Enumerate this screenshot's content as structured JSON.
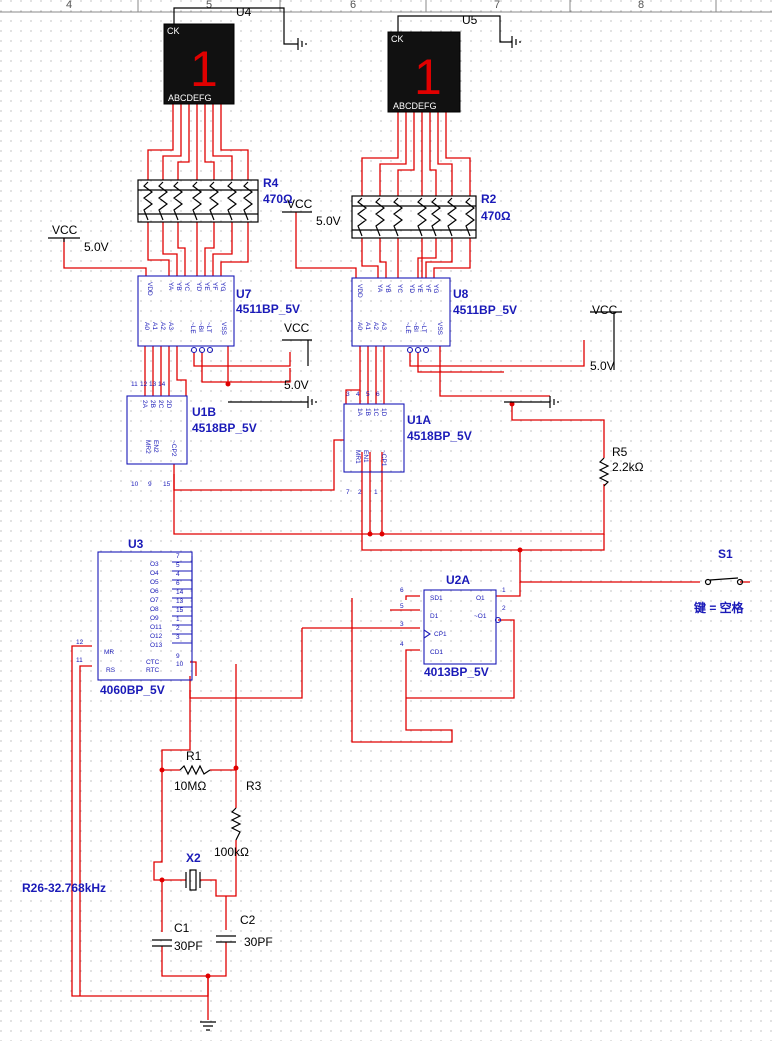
{
  "ruler": {
    "labels": [
      "4",
      "5",
      "6",
      "7",
      "8"
    ]
  },
  "displays": [
    {
      "ref": "U4",
      "clock": "CK",
      "digit": "1",
      "pins": "ABCDEFG"
    },
    {
      "ref": "U5",
      "clock": "CK",
      "digit": "1",
      "pins": "ABCDEFG"
    }
  ],
  "resistor_arrays": [
    {
      "ref": "R4",
      "value": "470Ω"
    },
    {
      "ref": "R2",
      "value": "470Ω"
    }
  ],
  "decoders": [
    {
      "ref": "U7",
      "part": "4511BP_5V",
      "top_pins": [
        "VDD",
        "YA",
        "YB",
        "YC",
        "YD",
        "YE",
        "YF",
        "YG"
      ],
      "bottom_pins": [
        "A0",
        "A1",
        "A2",
        "A3",
        "~LE",
        "~BI",
        "~LT",
        "VSS"
      ]
    },
    {
      "ref": "U8",
      "part": "4511BP_5V",
      "top_pins": [
        "VDD",
        "YA",
        "YB",
        "YC",
        "YD",
        "YE",
        "YF",
        "YG"
      ],
      "bottom_pins": [
        "A0",
        "A1",
        "A2",
        "A3",
        "~LE",
        "~BI",
        "~LT",
        "VSS"
      ]
    }
  ],
  "counters": [
    {
      "ref": "U1B",
      "part": "4518BP_5V",
      "top_pins": [
        "11",
        "12",
        "13",
        "14"
      ],
      "outs": [
        "2A",
        "2B",
        "2C",
        "2D"
      ],
      "bottom": [
        "MR2",
        "EN2",
        "~CP2"
      ],
      "bottom_nums": [
        "10",
        "9",
        "15"
      ]
    },
    {
      "ref": "U1A",
      "part": "4518BP_5V",
      "top_pins": [
        "3",
        "4",
        "5",
        "6"
      ],
      "outs": [
        "1A",
        "1B",
        "1C",
        "1D"
      ],
      "bottom": [
        "MR1",
        "EN1",
        "~CP1"
      ],
      "bottom_nums": [
        "7",
        "2",
        "1"
      ]
    }
  ],
  "power": [
    {
      "label": "VCC",
      "value": "5.0V"
    },
    {
      "label": "VCC",
      "value": "5.0V"
    },
    {
      "label": "VCC",
      "value": "5.0V"
    },
    {
      "label": "VCC",
      "value": "5.0V"
    }
  ],
  "resistors": [
    {
      "ref": "R5",
      "value": "2.2kΩ"
    },
    {
      "ref": "R1",
      "value": "10MΩ"
    },
    {
      "ref": "R3",
      "value": "100kΩ"
    }
  ],
  "divider": {
    "ref": "U3",
    "part": "4060BP_5V",
    "outputs": [
      "O3",
      "O4",
      "O5",
      "O6",
      "O7",
      "O8",
      "O9",
      "O11",
      "O12",
      "O13"
    ],
    "output_pins": [
      "7",
      "5",
      "4",
      "6",
      "14",
      "13",
      "15",
      "1",
      "2",
      "3"
    ],
    "mr": "MR",
    "rs": "RS",
    "ctc": "CTC",
    "rtc": "RTC",
    "mr_pin": "12",
    "rs_pin": "11",
    "ctc_pin": "9",
    "rtc_pin": "10"
  },
  "flipflop": {
    "ref": "U2A",
    "part": "4013BP_5V",
    "pins": [
      "SD1",
      "D1",
      "CP1",
      "CD1",
      "O1",
      "~O1"
    ],
    "pin_nums": [
      "6",
      "5",
      "3",
      "4",
      "1",
      "2"
    ]
  },
  "switch": {
    "ref": "S1",
    "key": "键 = 空格"
  },
  "crystal": {
    "ref": "X2",
    "label": "R26-32.768kHz"
  },
  "capacitors": [
    {
      "ref": "C1",
      "value": "30PF"
    },
    {
      "ref": "C2",
      "value": "30PF"
    }
  ],
  "colors": {
    "wire": "#e00000",
    "label": "#1a1ab8",
    "segment": "#e00000",
    "display_bg": "#111111"
  }
}
